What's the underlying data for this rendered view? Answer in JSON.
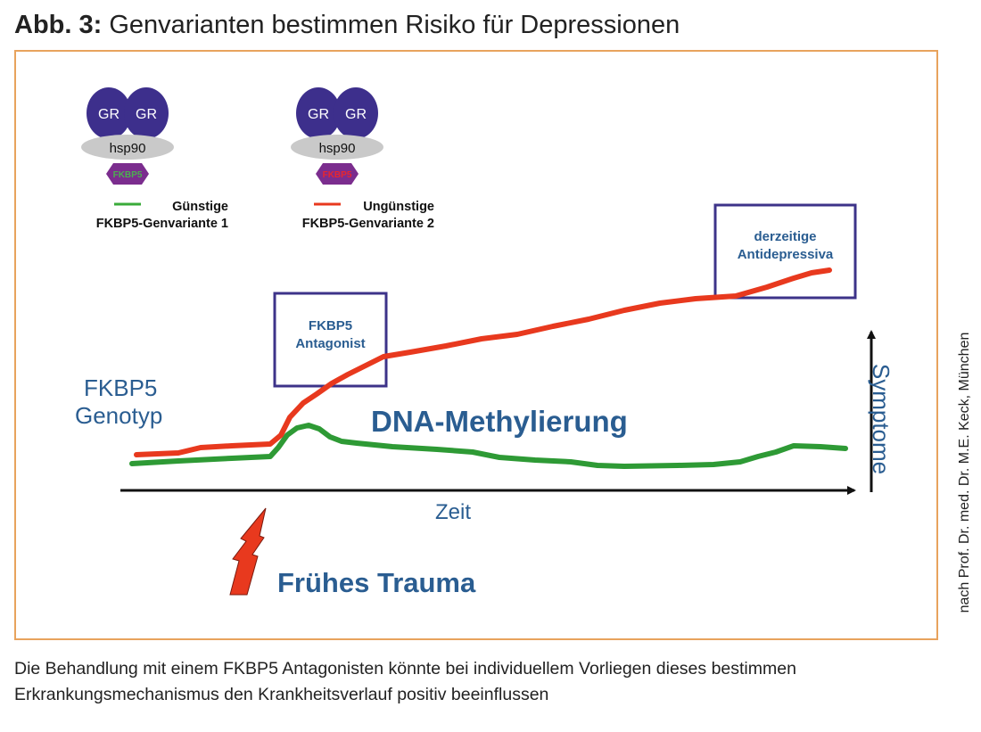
{
  "figure": {
    "title_prefix": "Abb. 3:",
    "title": " Genvarianten bestimmen Risiko für Depressionen"
  },
  "complexes": [
    {
      "gr_left": "GR",
      "gr_right": "GR",
      "hsp": "hsp90",
      "fkbp": "FKBP5",
      "fkbp_text_color": "#4caf50"
    },
    {
      "gr_left": "GR",
      "gr_right": "GR",
      "hsp": "hsp90",
      "fkbp": "FKBP5",
      "fkbp_text_color": "#e8262e"
    }
  ],
  "legend": [
    {
      "line1": "Günstige",
      "line2": "FKBP5-Genvariante 1",
      "color": "#3aab3a"
    },
    {
      "line1": "Ungünstige",
      "line2": "FKBP5-Genvariante 2",
      "color": "#e8391e"
    }
  ],
  "labels": {
    "genotype_line1": "FKBP5",
    "genotype_line2": "Genotyp",
    "dna_methylation": "DNA-Methylierung",
    "time_axis": "Zeit",
    "symptom_axis": "Symptome",
    "trauma": "Frühes Trauma"
  },
  "boxes": {
    "antagonist_line1": "FKBP5",
    "antagonist_line2": "Antagonist",
    "antidepressants_line1": "derzeitige",
    "antidepressants_line2": "Antidepressiva"
  },
  "colors": {
    "gr": "#3d2f8c",
    "hsp": "#c9c9c9",
    "fkbp": "#7b2d8e",
    "box_border": "#3d3389",
    "text_blue": "#2a5d91",
    "frame": "#e8a35d",
    "lightning": "#e8391e"
  },
  "credit": "nach Prof. Dr. med. Dr. M.E. Keck, München",
  "caption": "Die Behandlung mit einem FKBP5 Antagonisten könnte bei individuellem Vorliegen dieses bestimmen Erkrankungsmechanismus den Krankheitsverlauf positiv beeinflussen"
}
